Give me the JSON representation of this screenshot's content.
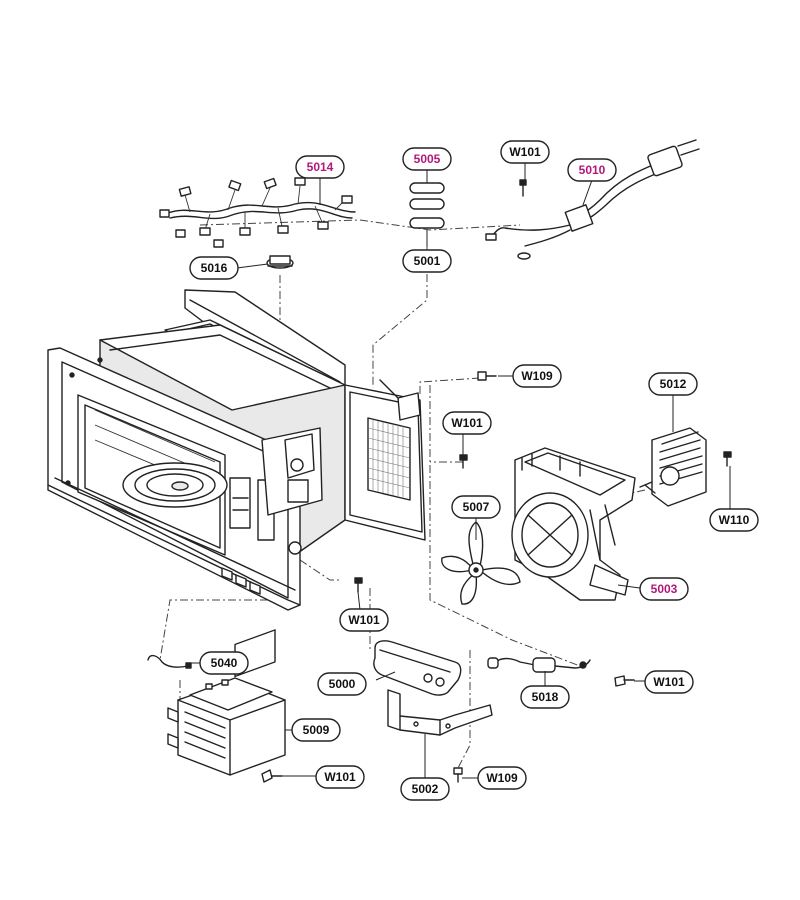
{
  "colors": {
    "line": "#222222",
    "accent": "#b0187a",
    "background": "#ffffff"
  },
  "callouts": [
    {
      "id": "c5014",
      "label": "5014",
      "accent": true
    },
    {
      "id": "c5005",
      "label": "5005",
      "accent": true
    },
    {
      "id": "cw101a",
      "label": "W101",
      "accent": false
    },
    {
      "id": "c5010",
      "label": "5010",
      "accent": true
    },
    {
      "id": "c5001",
      "label": "5001",
      "accent": false
    },
    {
      "id": "c5016",
      "label": "5016",
      "accent": false
    },
    {
      "id": "cw109a",
      "label": "W109",
      "accent": false
    },
    {
      "id": "c5012",
      "label": "5012",
      "accent": false
    },
    {
      "id": "cw101b",
      "label": "W101",
      "accent": false
    },
    {
      "id": "c5007",
      "label": "5007",
      "accent": false
    },
    {
      "id": "cw110",
      "label": "W110",
      "accent": false
    },
    {
      "id": "c5003",
      "label": "5003",
      "accent": true
    },
    {
      "id": "cw101c",
      "label": "W101",
      "accent": false
    },
    {
      "id": "c5040",
      "label": "5040",
      "accent": false
    },
    {
      "id": "c5000",
      "label": "5000",
      "accent": false
    },
    {
      "id": "cw101d",
      "label": "W101",
      "accent": false
    },
    {
      "id": "c5018",
      "label": "5018",
      "accent": false
    },
    {
      "id": "c5009",
      "label": "5009",
      "accent": false
    },
    {
      "id": "cw101e",
      "label": "W101",
      "accent": false
    },
    {
      "id": "c5002",
      "label": "5002",
      "accent": false
    },
    {
      "id": "cw109b",
      "label": "W109",
      "accent": false
    }
  ]
}
